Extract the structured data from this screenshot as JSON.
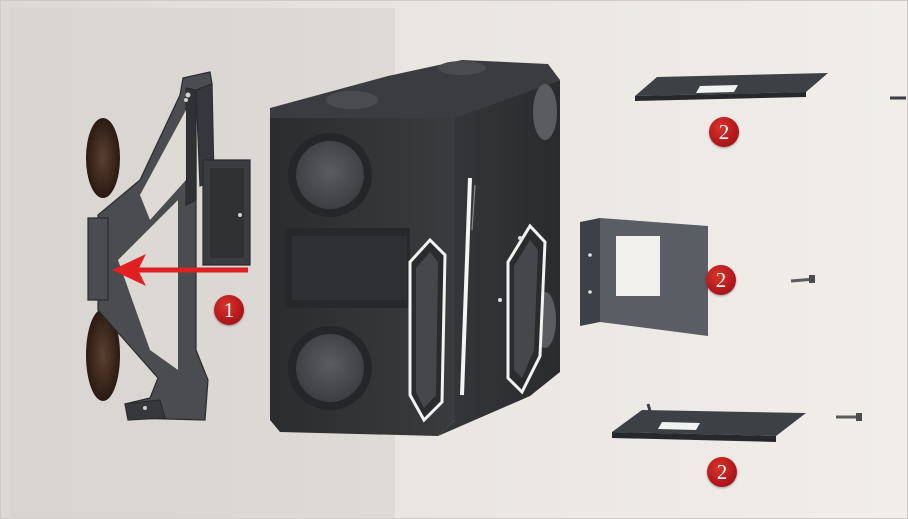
{
  "diagram": {
    "callouts": [
      {
        "id": "bracket",
        "label": "1"
      },
      {
        "id": "plate-top",
        "label": "2"
      },
      {
        "id": "plate-middle",
        "label": "2"
      },
      {
        "id": "plate-bottom",
        "label": "2"
      }
    ],
    "colors": {
      "wall": "#e8e4df",
      "floor_wall": "#eeeae6",
      "unit_body": "#2f3031",
      "bracket": "#3f4143",
      "plate": "#4a4d52",
      "arrow": "#e02020",
      "badge": "#b8191c"
    },
    "icons": [
      "arrow-left-icon"
    ]
  }
}
